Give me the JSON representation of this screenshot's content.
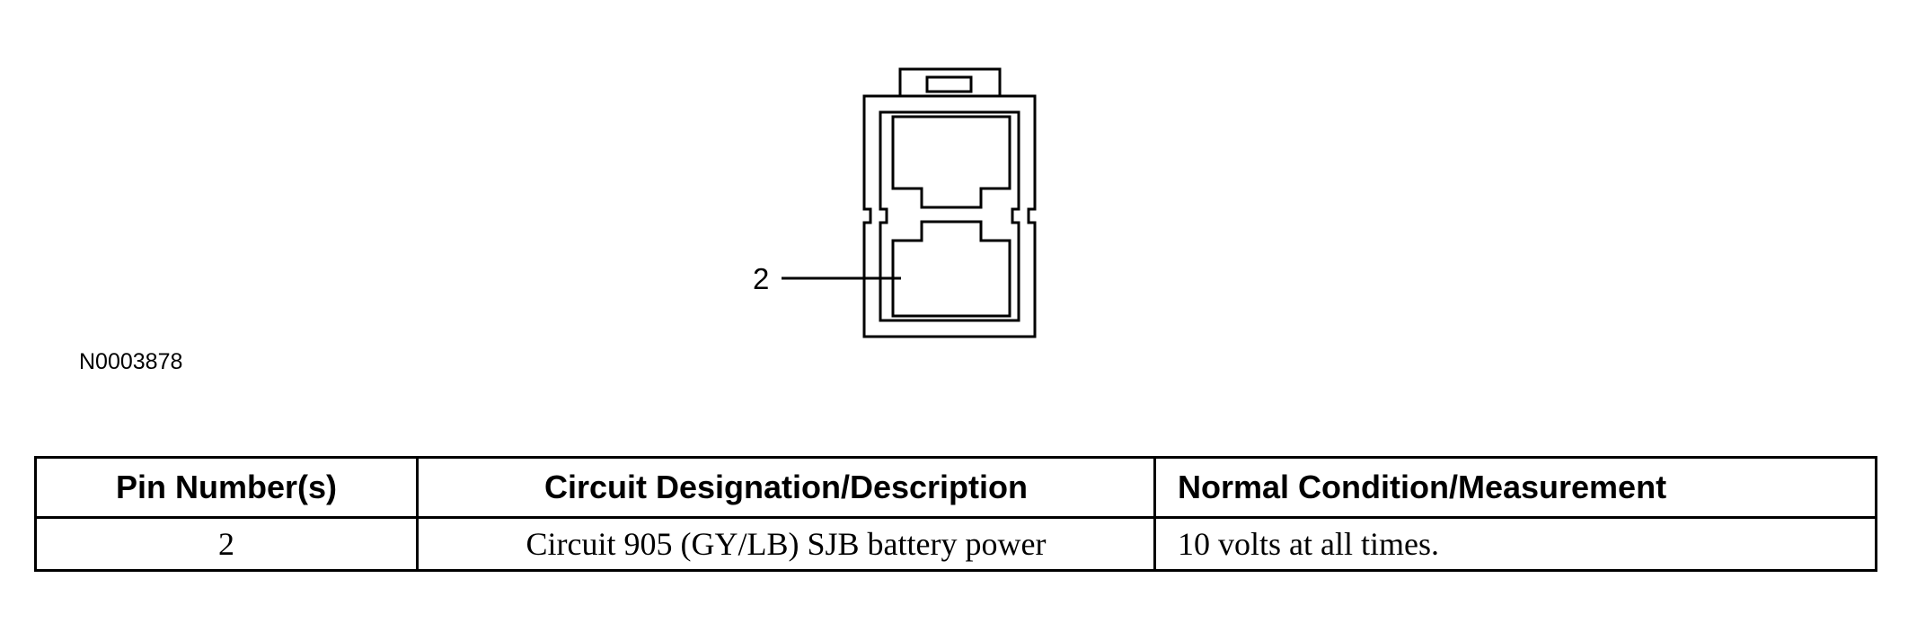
{
  "diagram": {
    "callout_pin_label": "2",
    "figure_id": "N0003878"
  },
  "table": {
    "headers": [
      "Pin Number(s)",
      "Circuit Designation/Description",
      "Normal Condition/Measurement"
    ],
    "rows": [
      [
        "2",
        "Circuit 905 (GY/LB) SJB battery power",
        "10 volts at all times."
      ]
    ]
  }
}
